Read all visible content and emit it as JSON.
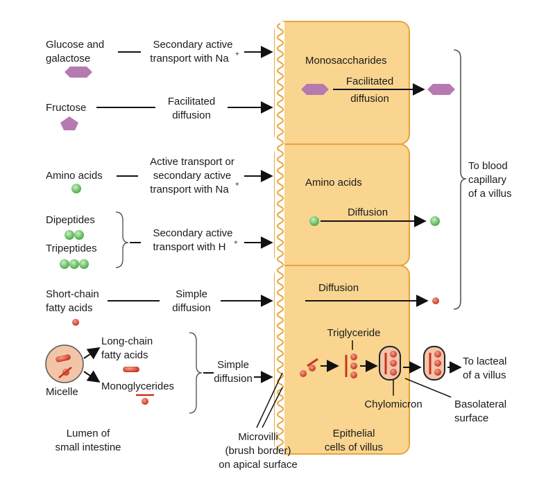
{
  "labels": {
    "glucose": [
      "Glucose and",
      "galactose"
    ],
    "secondary_na_1": [
      "Secondary active",
      "transport with Na"
    ],
    "fructose": "Fructose",
    "facilitated_left": [
      "Facilitated",
      "diffusion"
    ],
    "amino_acids_left": "Amino acids",
    "active_or_secondary": [
      "Active transport or",
      "secondary active",
      "transport with Na"
    ],
    "dipeptides": "Dipeptides",
    "tripeptides": "Tripeptides",
    "secondary_h": [
      "Secondary active",
      "transport with H"
    ],
    "short_chain": [
      "Short-chain",
      "fatty acids"
    ],
    "simple_diffusion_1": [
      "Simple",
      "diffusion"
    ],
    "micelle": "Micelle",
    "long_chain": [
      "Long-chain",
      "fatty acids"
    ],
    "monoglycerides": "Monoglycerides",
    "simple_diffusion_2": [
      "Simple",
      "diffusion"
    ],
    "monosaccharides": "Monosaccharides",
    "facilitated_cell": [
      "Facilitated",
      "diffusion"
    ],
    "amino_acids_cell": "Amino acids",
    "diffusion_1": "Diffusion",
    "diffusion_2": "Diffusion",
    "triglyceride": "Triglyceride",
    "chylomicron": "Chylomicron",
    "to_lacteal": [
      "To lacteal",
      "of a villus"
    ],
    "to_blood": [
      "To blood",
      "capillary",
      "of a villus"
    ],
    "basolateral": [
      "Basolateral",
      "surface"
    ],
    "lumen": [
      "Lumen of",
      "small intestine"
    ],
    "microvilli": [
      "Microvilli",
      "(brush border)",
      "on apical surface"
    ],
    "epithelial": [
      "Epithelial",
      "cells of villus"
    ],
    "na_sup": "+",
    "h_sup": "+"
  },
  "colors": {
    "cell_fill": "#f9d590",
    "cell_stroke": "#e8a33a",
    "hexagon": "#b57ab0",
    "amino": "#6cc46a",
    "fatty": "#d9473a",
    "chylomicron_fill": "#f2c5a8"
  },
  "icons": {
    "hexagon": "monosaccharide-hexagon-icon",
    "pentagon": "fructose-pentagon-icon",
    "amino": "amino-acid-sphere-icon",
    "fatty": "fatty-acid-drop-icon",
    "micelle": "micelle-circle-icon",
    "chylomicron": "chylomicron-icon"
  }
}
